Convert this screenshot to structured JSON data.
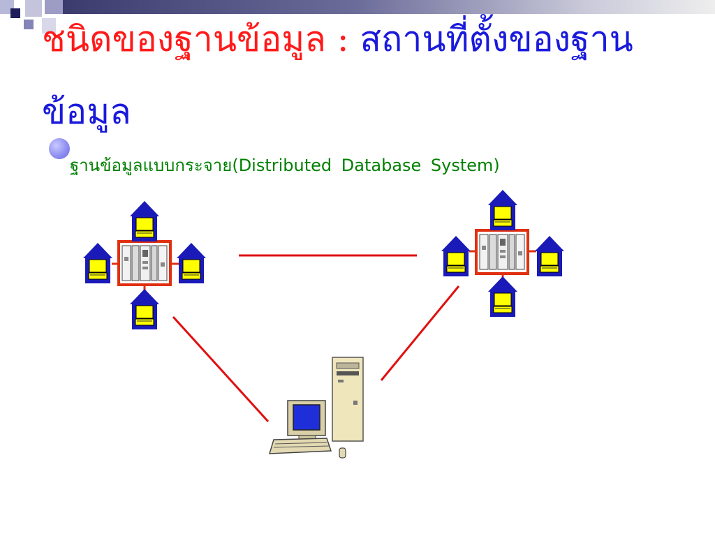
{
  "slide": {
    "title_red": "ชนิดของฐานข้อมูล : ",
    "title_blue": "สถานที่ตั้งของฐานข้อมูล",
    "bullet": "ฐานข้อมูลแบบกระจาย(Distributed Database System)"
  },
  "diagram": {
    "nodes": [
      {
        "name": "left-database-site",
        "icon": "mainframe-with-terminals-icon"
      },
      {
        "name": "right-database-site",
        "icon": "mainframe-with-terminals-icon"
      },
      {
        "name": "client-computer",
        "icon": "desktop-computer-icon"
      }
    ],
    "link_color": "#e01010"
  },
  "colors": {
    "title_red": "#ff1a1a",
    "title_blue": "#1a1adc",
    "bullet_text": "#008000",
    "bullet_dot": "#8f8ff2",
    "terminal_body": "#1a1ab8",
    "terminal_screen": "#ffff00",
    "server_frame": "#e03010"
  }
}
